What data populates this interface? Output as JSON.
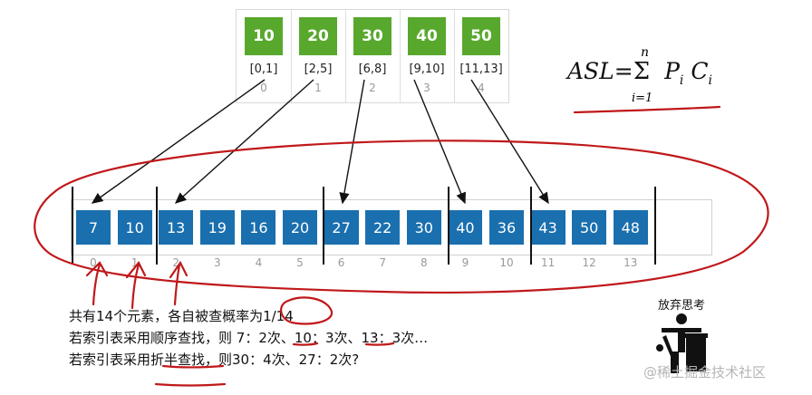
{
  "index_table": [
    {
      "key": "10",
      "range": "[0,1]",
      "pos": "0"
    },
    {
      "key": "20",
      "range": "[2,5]",
      "pos": "1"
    },
    {
      "key": "30",
      "range": "[6,8]",
      "pos": "2"
    },
    {
      "key": "40",
      "range": "[9,10]",
      "pos": "3"
    },
    {
      "key": "50",
      "range": "[11,13]",
      "pos": "4"
    }
  ],
  "array": {
    "values": [
      "7",
      "10",
      "13",
      "19",
      "16",
      "20",
      "27",
      "22",
      "30",
      "40",
      "36",
      "43",
      "50",
      "48"
    ],
    "indices": [
      "0",
      "1",
      "2",
      "3",
      "4",
      "5",
      "6",
      "7",
      "8",
      "9",
      "10",
      "11",
      "12",
      "13"
    ]
  },
  "formula": {
    "lhs": "ASL=",
    "sum_sign": "Σ",
    "upper": "n",
    "lower": "i=1",
    "body": "P",
    "body_sub": "i",
    "body2": "C",
    "body2_sub": "i"
  },
  "text": {
    "line1": "共有14个元素，各自被查概率为1/14",
    "line2": "若索引表采用顺序查找，则 7：2次、10：3次、13：3次…",
    "line3": "若索引表采用折半查找，则30：4次、27：2次?"
  },
  "giveup_label": "放弃思考",
  "watermark": "@稀土掘金技术社区",
  "colors": {
    "index_box": "#58a82d",
    "array_cell": "#1a6fae",
    "annotation": "#c0181a"
  }
}
